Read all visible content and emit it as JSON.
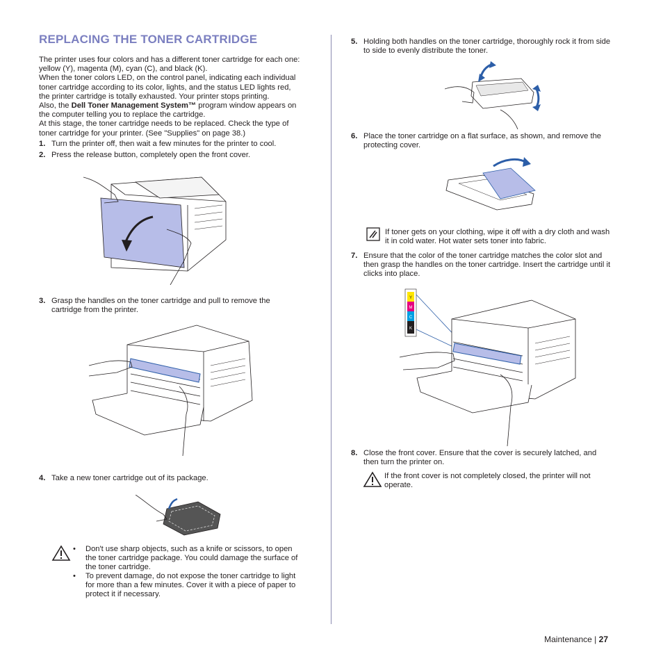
{
  "title": "REPLACING THE TONER CARTRIDGE",
  "intro": {
    "l1": "The printer uses four colors and has a different toner cartridge for each one:",
    "l2": "yellow (Y), magenta (M), cyan (C), and black (K).",
    "l3": "When the toner colors LED, on the control panel, indicating each individual",
    "l4": "toner cartridge according to its color, lights, and the status LED lights red,",
    "l5": "the printer cartridge is totally exhausted. Your printer stops printing.",
    "l6_a": "Also, the ",
    "l6_b": "Dell Toner Management System™",
    "l6_c": " program window appears on",
    "l7": "the computer telling you to replace the cartridge.",
    "l8": "At this stage, the toner cartridge needs to be replaced. Check the type of",
    "l9": "toner cartridge for your printer. (See \"Supplies\" on page 38.)"
  },
  "steps": [
    {
      "num": "1.",
      "lines": [
        "Turn the printer off, then wait a few minutes for the printer to cool."
      ]
    },
    {
      "num": "2.",
      "lines": [
        "Press the release button, completely open the front cover."
      ]
    },
    {
      "num": "3.",
      "lines": [
        "Grasp the handles on the toner cartridge and pull to remove the",
        "cartridge from the printer."
      ]
    },
    {
      "num": "4.",
      "lines": [
        "Take a new toner cartridge out of its package."
      ]
    },
    {
      "num": "5.",
      "lines": [
        "Holding both handles on the toner cartridge, thoroughly rock it from side",
        "to side to evenly distribute the toner."
      ]
    },
    {
      "num": "6.",
      "lines": [
        "Place the toner cartridge on a flat surface, as shown, and remove the",
        "protecting cover."
      ]
    },
    {
      "num": "7.",
      "lines": [
        "Ensure that the color of the toner cartridge matches the color slot and",
        "then grasp the handles on the toner cartridge. Insert the cartridge until it",
        "clicks into place."
      ]
    },
    {
      "num": "8.",
      "lines": [
        "Close the front cover. Ensure that the cover is securely latched, and",
        "then turn the printer on."
      ]
    }
  ],
  "caution_bullets": [
    {
      "symbol": "•",
      "lines": [
        "Don't use sharp objects, such as a knife or scissors, to open",
        "the toner cartridge package. You could damage the surface of",
        "the toner cartridge."
      ]
    },
    {
      "symbol": "•",
      "lines": [
        "To prevent damage, do not expose the toner cartridge to light",
        "for more than a few minutes. Cover it with a piece of paper to",
        "protect it if necessary."
      ]
    }
  ],
  "note": {
    "lines": [
      "If toner gets on your clothing, wipe it off with a dry cloth and wash",
      "it in cold water. Hot water sets toner into fabric."
    ]
  },
  "caution2": {
    "lines": [
      "If the front cover is not completely closed, the printer will not",
      "operate."
    ]
  },
  "color_slots": [
    "Y",
    "M",
    "C",
    "K"
  ],
  "colors": {
    "title": "#7b7fc0",
    "cover_blue": "#b7bde8",
    "arrow_blue": "#2c5ea8",
    "yellow": "#ffe600",
    "magenta": "#e6007e",
    "cyan": "#00a0e3",
    "black": "#231f20"
  },
  "footer": {
    "section": "Maintenance",
    "separator": "|",
    "page": "27"
  }
}
